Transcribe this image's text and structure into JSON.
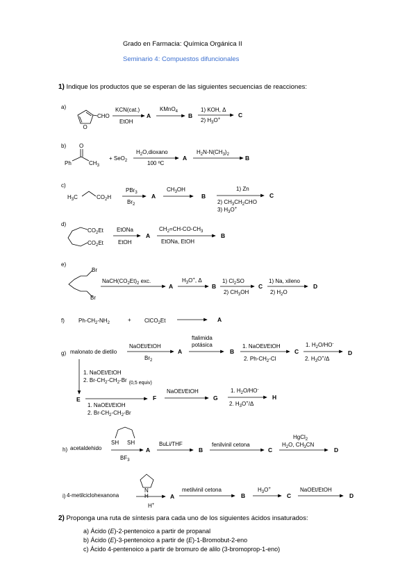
{
  "header": {
    "course": "Grado en Farmacia: Química Orgánica II",
    "seminar": "Seminario 4: Compuestos difuncionales"
  },
  "q1": {
    "number": "1)",
    "text": "Indique los productos que se esperan de las siguientes secuencias de reacciones:"
  },
  "reactions": {
    "a": {
      "label": "a)",
      "sub": "CHO",
      "r1_top": "KCN(cat.)",
      "r1_bot": "EtOH",
      "p1": "A",
      "r2": "KMnO",
      "r2_sub": "4",
      "p2": "B",
      "r3_top": "1) KOH, Δ",
      "r3_bot": "2) H",
      "r3_bot_sub": "3",
      "r3_bot_o": "O",
      "r3_bot_sup": "+",
      "p3": "C"
    },
    "b": {
      "label": "b)",
      "o": "O",
      "ph": "Ph",
      "ch3": "CH",
      "ch3_sub": "3",
      "plus": "+ SeO",
      "plus_sub": "2",
      "r1_top": "H",
      "r1_top_sub": "2",
      "r1_top_rest": "O,dioxano",
      "r1_bot": "100 ºC",
      "p1": "A",
      "r2": "H",
      "r2_sub": "2",
      "r2_rest": "N-N(CH",
      "r2_sub2": "3",
      "r2_end": ")",
      "r2_sub3": "2",
      "p2": "B"
    },
    "c": {
      "label": "c)",
      "h3c": "H",
      "h3c_sub": "3",
      "h3c_c": "C",
      "co2h": "CO",
      "co2h_sub": "2",
      "co2h_h": "H",
      "r1_top": "PBr",
      "r1_top_sub": "3",
      "r1_bot": "Br",
      "r1_bot_sub": "2",
      "p1": "A",
      "r2": "CH",
      "r2_sub": "3",
      "r2_rest": "OH",
      "p2": "B",
      "r3_l1": "1) Zn",
      "r3_l2": "2) CH",
      "r3_l2_sub": "3",
      "r3_l2_rest": "CH",
      "r3_l2_sub2": "2",
      "r3_l2_end": "CHO",
      "r3_l3": "3) H",
      "r3_l3_sub": "3",
      "r3_l3_rest": "O",
      "r3_l3_sup": "+",
      "p3": "C"
    },
    "d": {
      "label": "d)",
      "co2et1": "CO",
      "co2et1_sub": "2",
      "co2et1_et": "Et",
      "co2et2": "CO",
      "co2et2_sub": "2",
      "co2et2_et": "Et",
      "r1_top": "EtONa",
      "r1_bot": "EtOH",
      "p1": "A",
      "r2_top": "CH",
      "r2_top_sub": "2",
      "r2_top_rest": "=CH-CO-CH",
      "r2_top_sub2": "3",
      "r2_bot": "EtONa, EtOH",
      "p2": "B"
    },
    "e": {
      "label": "e)",
      "br1": "Br",
      "br2": "Br",
      "r1": "NaCH(CO",
      "r1_sub": "2",
      "r1_rest": "Et)",
      "r1_sub2": "2",
      "r1_end": " exc.",
      "p1": "A",
      "r2": "H",
      "r2_sub": "3",
      "r2_rest": "O",
      "r2_sup": "+",
      "r2_end": ", Δ",
      "p2": "B",
      "r3_top": "1) Cl",
      "r3_top_sub": "2",
      "r3_top_rest": "SO",
      "r3_bot": "2) CH",
      "r3_bot_sub": "3",
      "r3_bot_rest": "OH",
      "p3": "C",
      "r4_top": "1) Na, xileno",
      "r4_bot": "2) H",
      "r4_bot_sub": "2",
      "r4_bot_rest": "O",
      "p4": "D"
    },
    "f": {
      "label": "f)",
      "reactant": "Ph-CH",
      "reactant_sub": "2",
      "reactant_rest": "-NH",
      "reactant_sub2": "2",
      "plus": "+",
      "reagent": "ClCO",
      "reagent_sub": "2",
      "reagent_rest": "Et",
      "p1": "A"
    },
    "g": {
      "label": "g)",
      "start": "malonato de dietilo",
      "r1_top": "NaOEt/EtOH",
      "r1_bot": "Br",
      "r1_bot_sub": "2",
      "p1": "A",
      "r2_l1": "ftalimida",
      "r2_l2": "potásica",
      "p2": "B",
      "r3_top": "1. NaOEt/EtOH",
      "r3_bot": "2. Ph-CH",
      "r3_bot_sub": "2",
      "r3_bot_rest": "-Cl",
      "p3": "C",
      "r4_top": "1. H",
      "r4_top_sub": "2",
      "r4_top_rest": "O/HO",
      "r4_top_sup": "-",
      "r4_bot": "2. H",
      "r4_bot_sub": "3",
      "r4_bot_rest": "O",
      "r4_bot_sup": "+",
      "r4_bot_end": "/Δ",
      "p4": "D",
      "v_l1": "1. NaOEt/EtOH",
      "v_l2": "2. Br-CH",
      "v_l2_sub": "2",
      "v_l2_rest": "-CH",
      "v_l2_sub2": "2",
      "v_l2_end": "-Br",
      "v_l2_note": "(0,5 equiv)",
      "pE": "E",
      "r5_top": "1. NaOEt/EtOH",
      "r5_bot": "2. Br-CH",
      "r5_bot_sub": "2",
      "r5_bot_rest": "-CH",
      "r5_bot_sub2": "2",
      "r5_bot_end": "-Br",
      "pF": "F",
      "r6": "NaOEt/EtOH",
      "pG": "G",
      "r7_top": "1. H",
      "r7_top_sub": "2",
      "r7_top_rest": "O/HO",
      "r7_top_sup": "-",
      "r7_bot": "2. H",
      "r7_bot_sub": "3",
      "r7_bot_rest": "O",
      "r7_bot_sup": "+",
      "r7_bot_end": "/Δ",
      "pH": "H"
    },
    "h": {
      "label": "h)",
      "start": "acetaldehido",
      "sh1": "SH",
      "sh2": "SH",
      "r1_bot": "BF",
      "r1_bot_sub": "3",
      "p1": "A",
      "r2": "BuLi/THF",
      "p2": "B",
      "r3": "fenilvinil cetona",
      "p3": "C",
      "r4_l1": "HgCl",
      "r4_l1_sub": "2",
      "r4_l2": "H",
      "r4_l2_sub": "2",
      "r4_l2_rest": "O, CH",
      "r4_l2_sub2": "3",
      "r4_l2_end": "CN",
      "p4": "D"
    },
    "i": {
      "label": "i)",
      "start": "4-metilciclohexanona",
      "nh": "N",
      "nh_h": "H",
      "r1_bot": "H",
      "r1_bot_sup": "+",
      "p1": "A",
      "r2": "metilvinil cetona",
      "p2": "B",
      "r3": "H",
      "r3_sub": "3",
      "r3_rest": "O",
      "r3_sup": "+",
      "p3": "C",
      "r4": "NaOEt/EtOH",
      "p4": "D"
    }
  },
  "q2": {
    "number": "2)",
    "text": "Proponga una ruta de síntesis para cada uno de los siguientes ácidos insaturados:",
    "items": [
      {
        "pre": "a) Ácido (",
        "stereo": "E",
        "post": ")-2-pentenoico a partir de propanal"
      },
      {
        "pre": "b) Ácido (",
        "stereo": "E",
        "post": ")-3-pentenoico  a  partir  de  (",
        "stereo2": "E",
        "post2": ")-1-Bromobut-2-eno"
      },
      {
        "pre": "c) Ácido 4-pentenoico a partir de bromuro de alilo (3-bromoprop-1-eno)"
      }
    ]
  }
}
